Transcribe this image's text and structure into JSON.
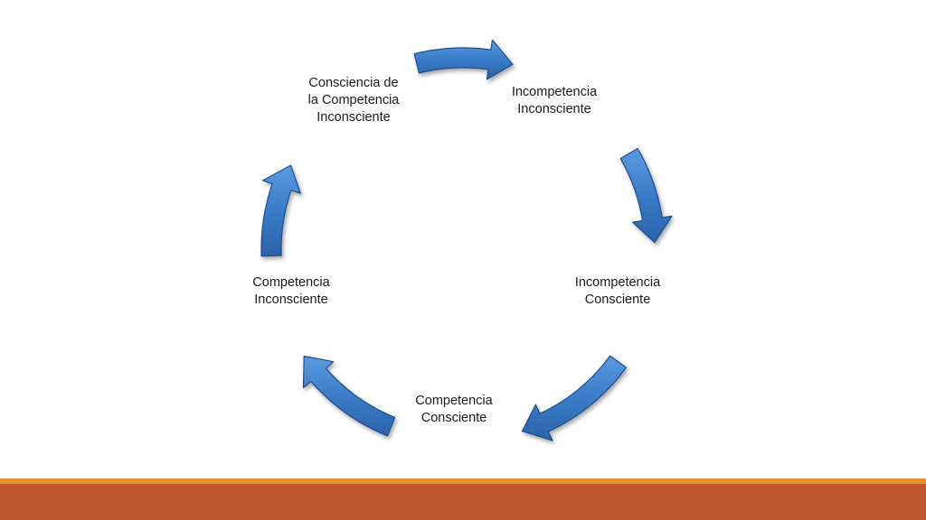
{
  "diagram": {
    "stages": [
      {
        "id": "top-left",
        "lines": [
          "Consciencia de",
          "la Competencia",
          "Inconsciente"
        ]
      },
      {
        "id": "top-right",
        "lines": [
          "Incompetencia",
          "Inconsciente"
        ]
      },
      {
        "id": "right",
        "lines": [
          "Incompetencia",
          "Consciente"
        ]
      },
      {
        "id": "bottom",
        "lines": [
          "Competencia",
          "Consciente"
        ]
      },
      {
        "id": "left",
        "lines": [
          "Competencia",
          "Inconsciente"
        ]
      }
    ],
    "arrow_color": "#3a7cc8",
    "arrow_stroke": "#1f4e8c"
  },
  "footer": {
    "line_color": "#e8902a",
    "bar_color": "#bf562b"
  }
}
